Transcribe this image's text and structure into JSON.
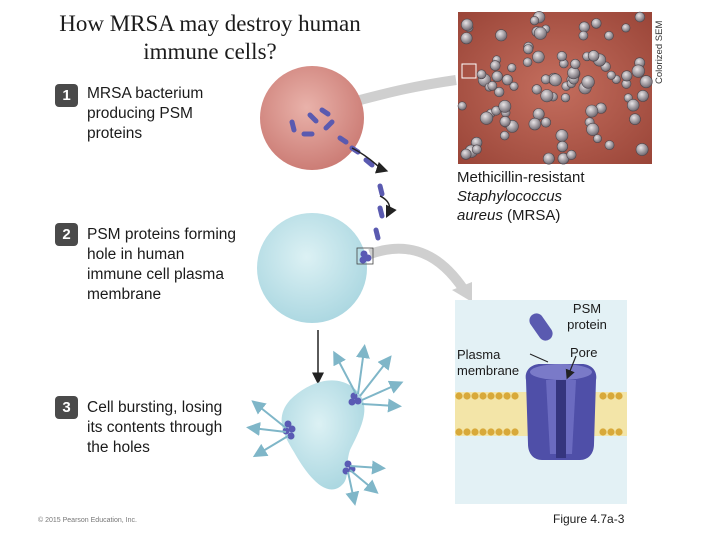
{
  "title": "How MRSA may destroy human immune cells?",
  "sem_label": "Colorized SEM",
  "steps": [
    {
      "num": "1",
      "text": "MRSA bacterium producing PSM proteins"
    },
    {
      "num": "2",
      "text": "PSM proteins forming hole in human immune cell plasma membrane"
    },
    {
      "num": "3",
      "text": "Cell bursting, losing its contents through the holes"
    }
  ],
  "mrsa_caption": {
    "line1": "Methicillin-resistant",
    "line2": "Staphylococcus",
    "line3_italic": "aureus",
    "line3_rest": " (MRSA)"
  },
  "labels": {
    "psm_protein": "PSM protein",
    "pore": "Pore",
    "plasma_membrane": "Plasma membrane"
  },
  "copyright": "© 2015 Pearson Education, Inc.",
  "figure": "Figure 4.7a-3",
  "colors": {
    "bacterium": "#d7908a",
    "immune_cell": "#bfe3ea",
    "psm": "#5a5ab0",
    "membrane": "#e6c86a",
    "pore": "#5a5ab4",
    "sem_bg": "#b45a4a"
  }
}
